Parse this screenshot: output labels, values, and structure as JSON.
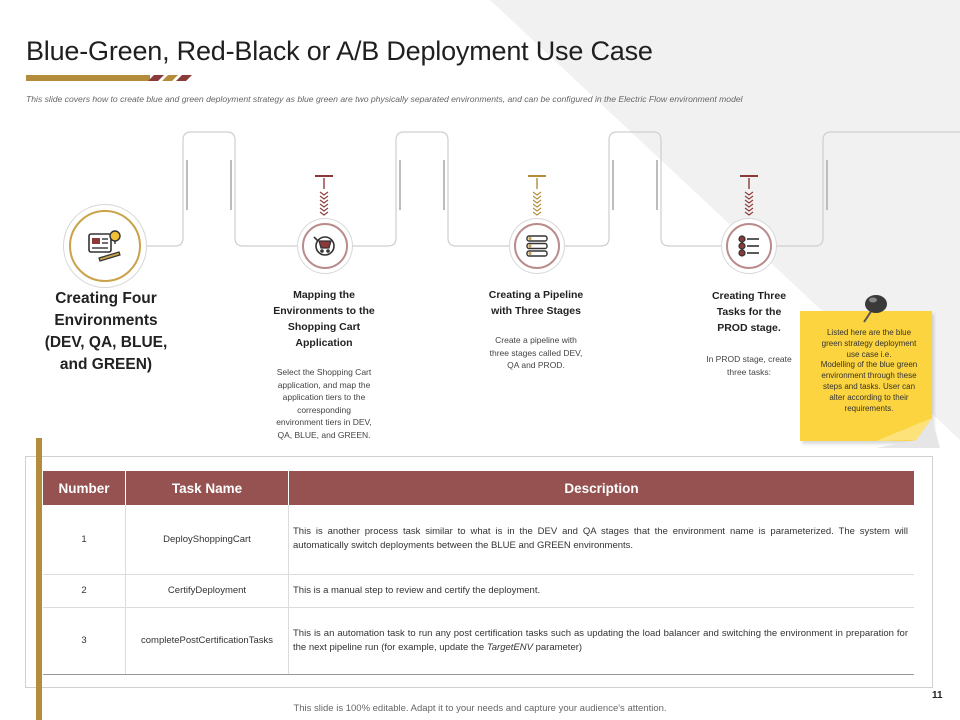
{
  "slide": {
    "title": "Blue-Green, Red-Black or A/B Deployment Use Case",
    "subtitle": "This slide covers how to create blue and green deployment strategy as blue green are two physically separated environments, and can be configured in the Electric Flow environment model",
    "page_number": "11",
    "footer": "This slide is 100% editable.  Adapt it to your needs and capture your audience's attention."
  },
  "steps": [
    {
      "icon": "environments-icon",
      "heading_lines": [
        "Creating Four",
        "Environments",
        "(DEV, QA, BLUE,",
        "and GREEN)"
      ],
      "text_lines": []
    },
    {
      "icon": "shopping-cart-mapping-icon",
      "heading_lines": [
        "Mapping the",
        "Environments to the",
        "Shopping Cart",
        "Application"
      ],
      "text_lines": [
        "Select the Shopping Cart",
        "application, and map the",
        "application tiers to the",
        "corresponding",
        "environment tiers in DEV,",
        "QA, BLUE, and GREEN."
      ]
    },
    {
      "icon": "pipeline-stages-icon",
      "heading_lines": [
        "Creating a Pipeline",
        "with Three Stages"
      ],
      "text_lines": [
        "Create a pipeline with",
        "three stages called DEV,",
        "QA and PROD."
      ]
    },
    {
      "icon": "task-list-icon",
      "heading_lines": [
        "Creating Three",
        "Tasks for the",
        "PROD stage."
      ],
      "text_lines": [
        "In PROD stage, create",
        "three tasks:"
      ]
    }
  ],
  "note": {
    "lines": [
      "Listed here are the blue",
      "green strategy deployment",
      "use case i.e.",
      "Modelling of the blue green",
      "environment through these",
      "steps and tasks. User can",
      "alter according to their",
      "requirements."
    ]
  },
  "table": {
    "headers": [
      "Number",
      "Task Name",
      "Description"
    ],
    "rows": [
      {
        "number": "1",
        "task": "DeployShoppingCart",
        "description": "This is another process task similar to what is in the DEV and QA stages that the environment name is parameterized. The system will automatically  switch deployments between the BLUE and GREEN environments."
      },
      {
        "number": "2",
        "task": "CertifyDeployment",
        "description": "This is a manual step to review and certify the deployment."
      },
      {
        "number": "3",
        "task": "completePostCertificationTasks",
        "description_before": "This is an automation task to run any post certification  tasks such as updating the load balancer and switching the environment in preparation for the next pipeline run (for example, update the ",
        "description_em": "TargetENV",
        "description_after": " parameter)"
      }
    ]
  },
  "colors": {
    "header_bg": "#955250",
    "accent_gold": "#b48d3c",
    "accent_maroon": "#8b3a3a",
    "note_yellow": "#fcd43f"
  }
}
